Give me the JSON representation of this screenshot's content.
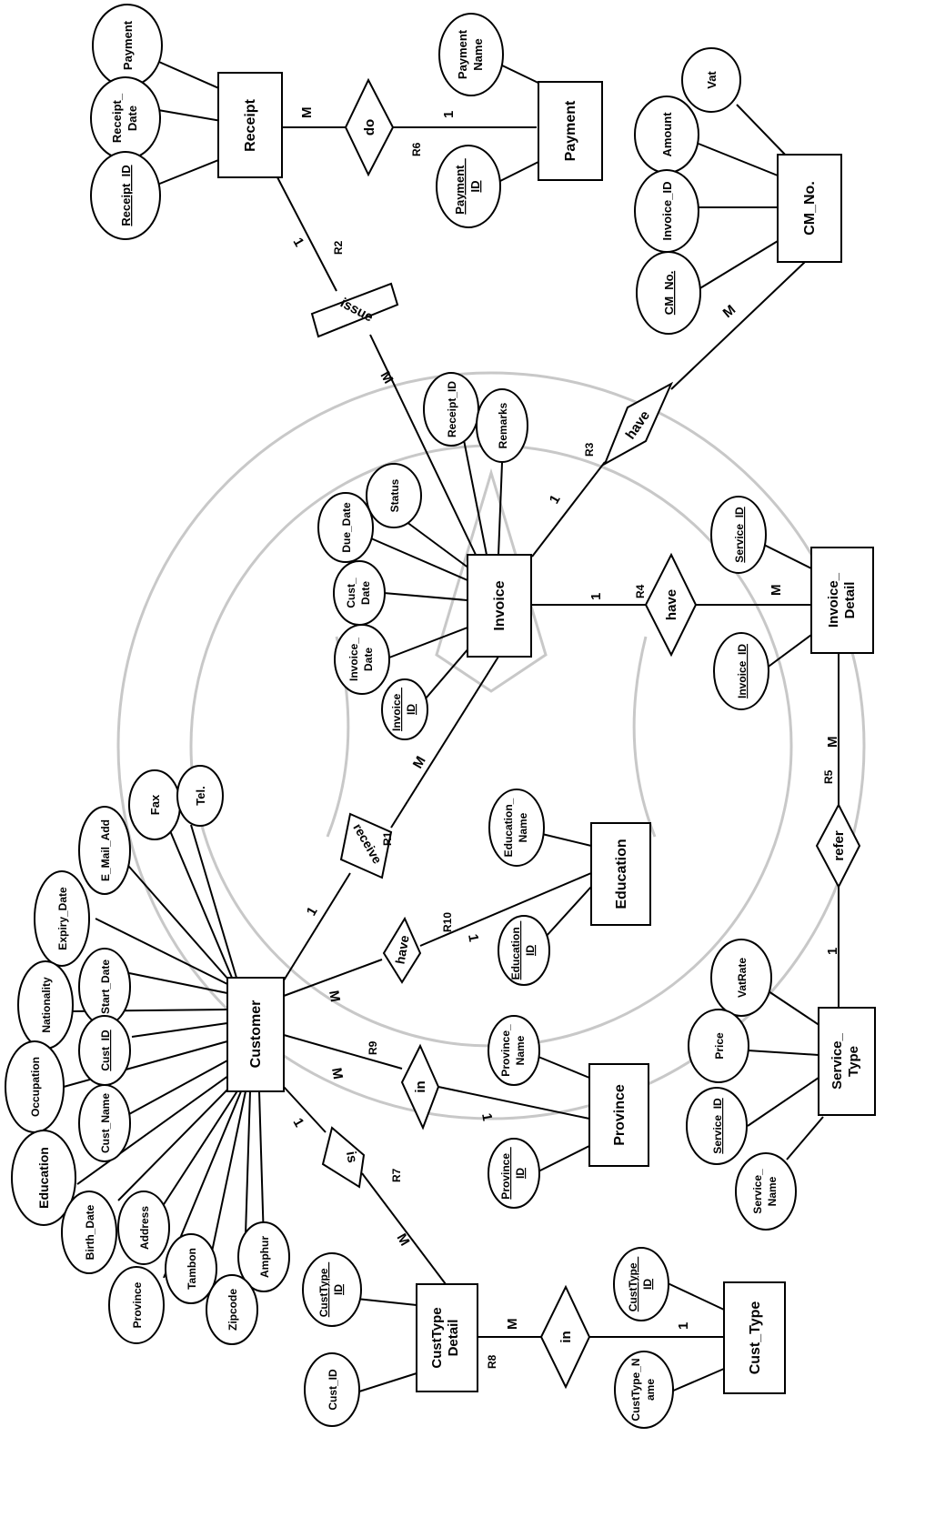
{
  "entities": {
    "receipt": "Receipt",
    "payment": "Payment",
    "cm_no": "CM_No.",
    "invoice": "Invoice",
    "invoice_detail": "Invoice_ Detail",
    "customer": "Customer",
    "education": "Education",
    "province": "Province",
    "service_type": "Service_ Type",
    "custtype_detail": "CustType Detail",
    "cust_type": "Cust_Type"
  },
  "relationships": {
    "do": "do",
    "issue": "issue",
    "have_r3": "have",
    "have_r4": "have",
    "receive": "receive",
    "have_r10": "have",
    "in_r9": "in",
    "is": "is",
    "refer": "refer",
    "in_r8": "in"
  },
  "relationship_ids": {
    "r1": "R1",
    "r2": "R2",
    "r3": "R3",
    "r4": "R4",
    "r5": "R5",
    "r6": "R6",
    "r7": "R7",
    "r8": "R8",
    "r9": "R9",
    "r10": "R10"
  },
  "cardinalities": {
    "one": "1",
    "many": "M"
  },
  "attributes": {
    "payment": "Payment",
    "receipt_date": "Receipt_ Date",
    "receipt_id": "Receipt_ID",
    "payment_name": "Payment Name",
    "payment_id": "Payment_ ID",
    "vat": "Vat",
    "amount": "Amount",
    "invoice_id_cm": "Invoice_ID",
    "cm_no": "CM_No.",
    "receipt_id_inv": "Receipt_ID",
    "remarks": "Remarks",
    "status": "Status",
    "due_date": "Due_Date",
    "cust_date": "Cust_ Date",
    "invoice_date": "Invoice_ Date",
    "invoice_id": "Invoice_ ID",
    "service_id_detail": "Service_ID",
    "invoice_id_detail": "Invoice_ID",
    "education_name": "Education_ Name",
    "education_id": "Education_ ID",
    "province_name": "Province_ Name",
    "province_id": "Province_ ID",
    "vatrate": "VatRate",
    "price": "Price",
    "service_id": "Service_ID",
    "service_name": "Service_ Name",
    "custtype_id": "CustType_ ID",
    "cust_id_ctd": "Cust_ID",
    "custtype_id_ct": "CustType_ ID",
    "custtype_name": "CustType_N ame",
    "fax": "Fax",
    "tel": "Tel.",
    "email": "E_Mail_Add",
    "expiry_date": "Expiry_Date",
    "start_date": "Start_Date",
    "nationality": "Nationality",
    "cust_id": "Cust_ID",
    "occupation": "Occupation",
    "cust_name": "Cust_Name",
    "education": "Education",
    "birth_date": "Birth_Date",
    "address": "Address",
    "tambon": "Tambon",
    "province": "Province",
    "amphur": "Amphur",
    "zipcode": "Zipcode"
  }
}
